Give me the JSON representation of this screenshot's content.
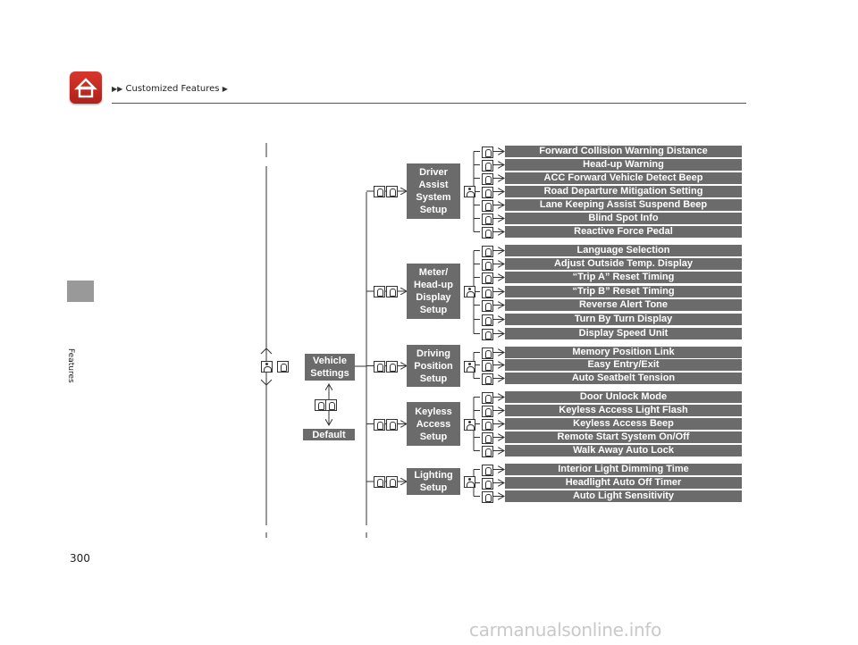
{
  "header": {
    "breadcrumb_arrows": "▶▶",
    "breadcrumb": "Customized Features",
    "breadcrumb_end": "▶"
  },
  "sidebar": {
    "tab_label": "Features"
  },
  "page_number": "300",
  "watermark": "carmanualsonline.info",
  "diagram": {
    "vehicle_settings": "Vehicle\nSettings",
    "default_label": "Default",
    "groups": [
      {
        "label": "Driver\nAssist\nSystem\nSetup",
        "items": [
          "Forward Collision Warning Distance",
          "Head-up Warning",
          "ACC Forward Vehicle Detect Beep",
          "Road Departure Mitigation Setting",
          "Lane Keeping Assist Suspend Beep",
          "Blind Spot Info",
          "Reactive Force Pedal"
        ]
      },
      {
        "label": "Meter/\nHead-up\nDisplay\nSetup",
        "items": [
          "Language Selection",
          "Adjust Outside Temp. Display",
          "“Trip A” Reset Timing",
          "“Trip B” Reset Timing",
          "Reverse Alert Tone",
          "Turn By Turn Display",
          "Display Speed Unit"
        ]
      },
      {
        "label": "Driving\nPosition\nSetup",
        "items": [
          "Memory Position Link",
          "Easy Entry/Exit",
          "Auto Seatbelt Tension"
        ]
      },
      {
        "label": "Keyless\nAccess\nSetup",
        "items": [
          "Door Unlock Mode",
          "Keyless Access Light Flash",
          "Keyless Access Beep",
          "Remote Start System On/Off",
          "Walk Away Auto Lock"
        ]
      },
      {
        "label": "Lighting\nSetup",
        "items": [
          "Interior Light Dimming Time",
          "Headlight Auto Off Timer",
          "Auto Light Sensitivity"
        ]
      }
    ]
  }
}
